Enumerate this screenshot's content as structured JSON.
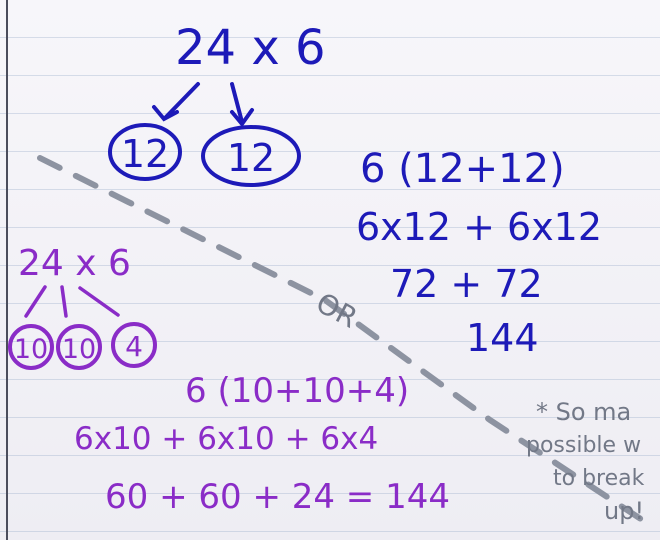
{
  "blue_work": {
    "problem": "24 x 6",
    "split_a": "12",
    "split_b": "12",
    "line1": "6 (12+12)",
    "line2": "6x12 + 6x12",
    "line3": "72 + 72",
    "line4": "144"
  },
  "purple_work": {
    "problem": "24 x 6",
    "part_a": "10",
    "part_b": "10",
    "part_c": "4",
    "line1": "6 (10+10+4)",
    "line2": "6x10 + 6x10 + 6x4",
    "line3": "60 + 60 + 24 = 144"
  },
  "divider_word": "OR",
  "side_note": [
    "* So ma",
    "possible w",
    "to break",
    "up!"
  ],
  "colors": {
    "blue_ink": "#1d1ab8",
    "purple_ink": "#8a2cc7",
    "gray_ink": "#727887"
  }
}
